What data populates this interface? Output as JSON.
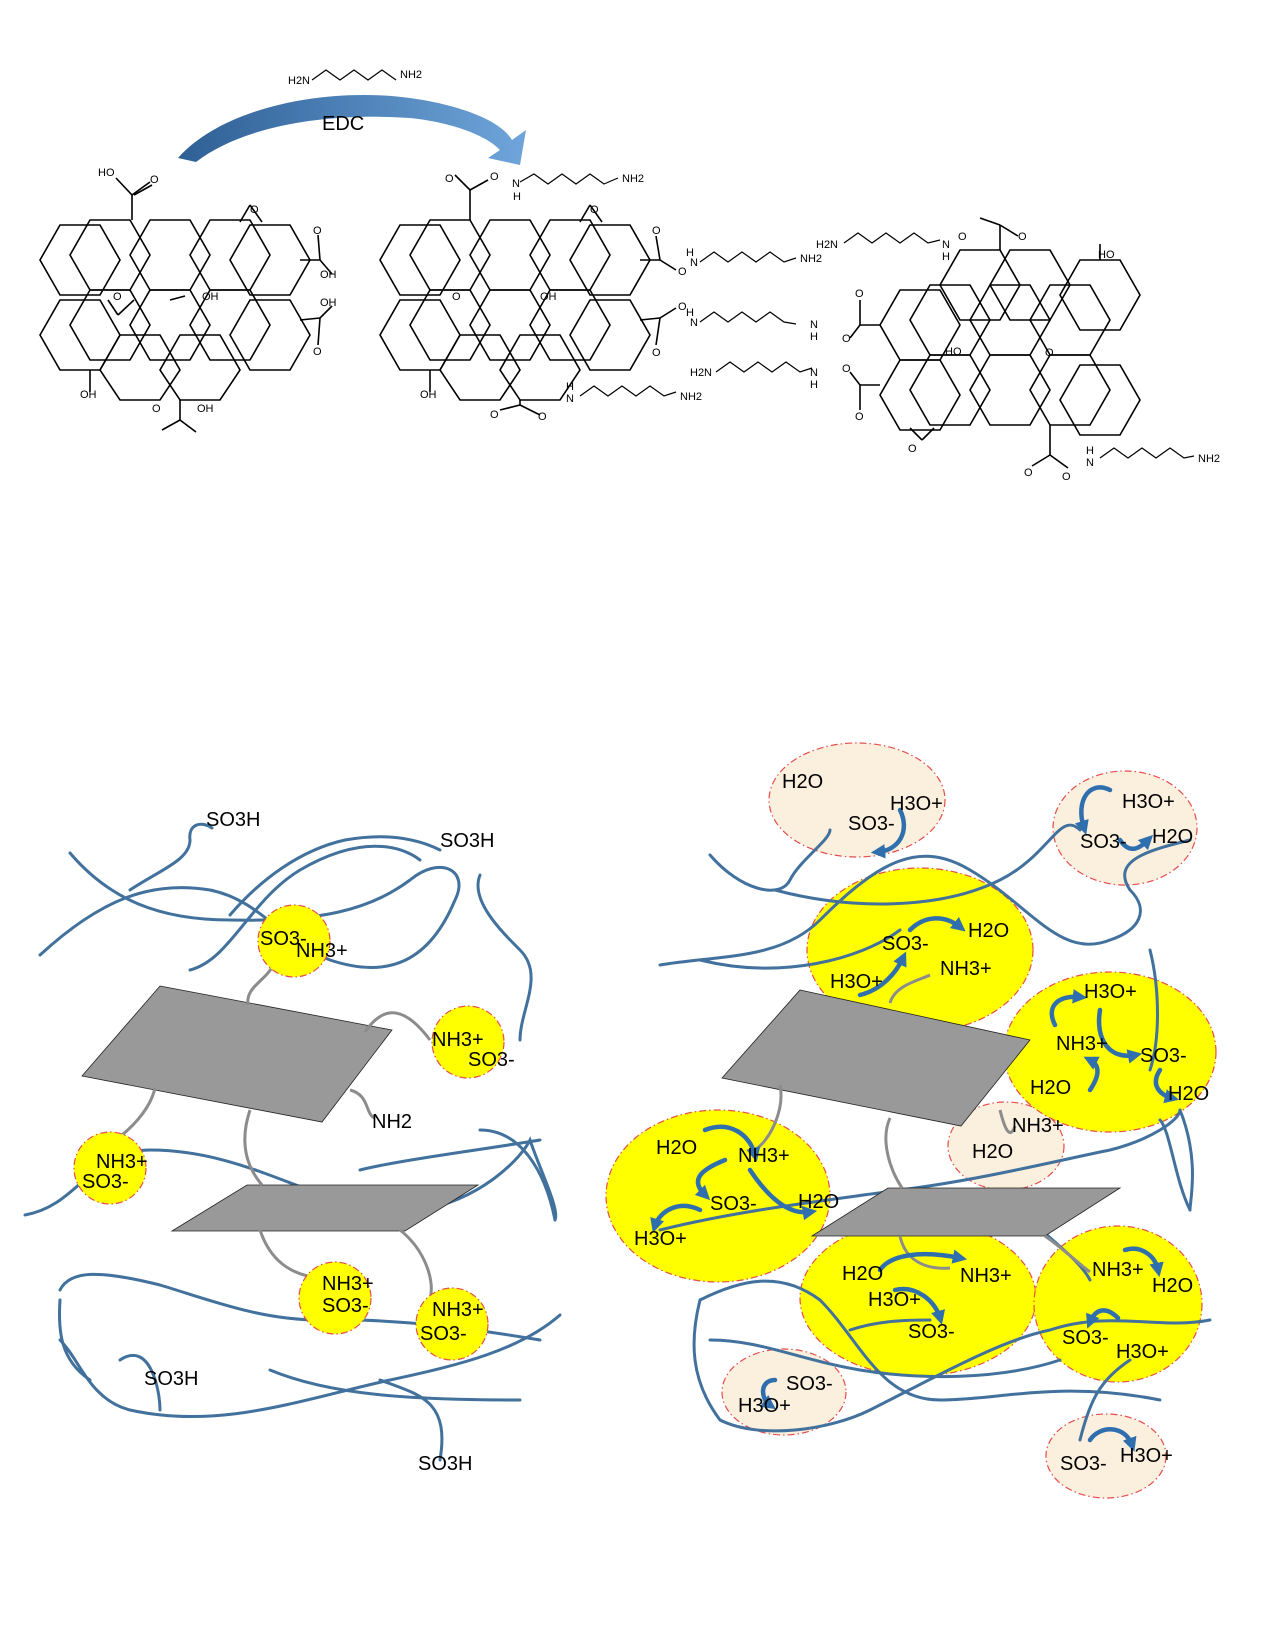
{
  "reaction": {
    "reagent": "EDC",
    "diamine": {
      "left": "H2N",
      "right": "NH2"
    }
  },
  "chem_labels": {
    "ho": "HO",
    "oh": "OH",
    "o": "O",
    "h": "H",
    "n": "N",
    "nh2": "NH2",
    "h2n": "H2N"
  },
  "membrane_labels": {
    "so3h": "SO3H",
    "so3": "SO3-",
    "nh3": "NH3+",
    "nh2": "NH2",
    "h2o": "H2O",
    "h3o": "H3O+"
  },
  "colors": {
    "polymer_chain": "#41719c",
    "graphene_sheet": "#999999",
    "tether": "#8c8c8c",
    "ion_cluster_fill": "#ffff00",
    "water_domain_fill": "#fbefdd",
    "domain_outline": "#e64d4d",
    "transport_arrow": "#2f6fae"
  },
  "icons": [
    "curved-arrow-icon"
  ]
}
